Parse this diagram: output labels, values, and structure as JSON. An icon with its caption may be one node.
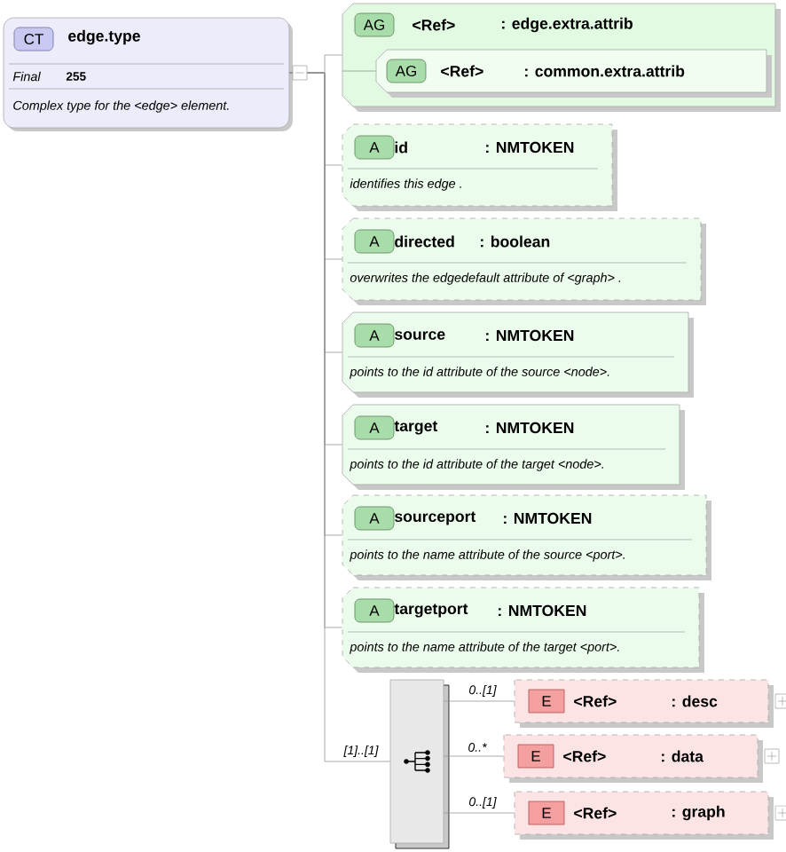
{
  "diagram": {
    "nodes": [
      {
        "text": [
          "CT",
          "edge.type",
          "Final",
          "255",
          "Complex type for the <edge> element."
        ]
      },
      {
        "text": [
          "AG",
          "<Ref>",
          ": edge.extra.attrib"
        ]
      },
      {
        "text": [
          "AG",
          "<Ref>",
          ": common.extra.attrib"
        ],
        "in": 1
      },
      {
        "text": [
          "A",
          "id",
          ": NMTOKEN",
          "identifies this edge ."
        ]
      },
      {
        "text": [
          "A",
          "directed",
          ": boolean",
          "overwrites the edgedefault attribute of <graph> ."
        ]
      },
      {
        "text": [
          "A",
          "source",
          ": NMTOKEN",
          "points to the id attribute of the source <node>."
        ]
      },
      {
        "text": [
          "A",
          "target",
          ": NMTOKEN",
          "points to the id attribute of the target <node>."
        ]
      },
      {
        "text": [
          "A",
          "sourceport",
          ": NMTOKEN",
          "points to the name attribute of the source <port>."
        ]
      },
      {
        "text": [
          "A",
          "targetport",
          ": NMTOKEN",
          "points to the name attribute of the target <port>."
        ]
      },
      {
        "text": [],
        "shape": "box"
      },
      {
        "text": [
          "E",
          "<Ref>",
          ": desc"
        ]
      },
      {
        "text": [
          "E",
          "<Ref>",
          ": data"
        ]
      },
      {
        "text": [
          "E",
          "<Ref>",
          ": graph"
        ]
      }
    ],
    "edges": [
      {
        "from": 0,
        "to": 1,
        "arrow": "none"
      },
      {
        "from": 1,
        "to": 2,
        "arrow": "none"
      },
      {
        "from": 0,
        "to": 3,
        "arrow": "none"
      },
      {
        "from": 0,
        "to": 4,
        "arrow": "none"
      },
      {
        "from": 0,
        "to": 5,
        "arrow": "none"
      },
      {
        "from": 0,
        "to": 6,
        "arrow": "none"
      },
      {
        "from": 0,
        "to": 7,
        "arrow": "none"
      },
      {
        "from": 0,
        "to": 8,
        "arrow": "none"
      },
      {
        "from": 0,
        "to": 9,
        "arrow": "none",
        "label": "[1]..[1]"
      },
      {
        "from": 9,
        "to": 10,
        "arrow": "none",
        "label": "0..[1]"
      },
      {
        "from": 9,
        "to": 11,
        "arrow": "none",
        "label": "0..*"
      },
      {
        "from": 9,
        "to": 12,
        "arrow": "none",
        "label": "0..[1]"
      }
    ]
  }
}
